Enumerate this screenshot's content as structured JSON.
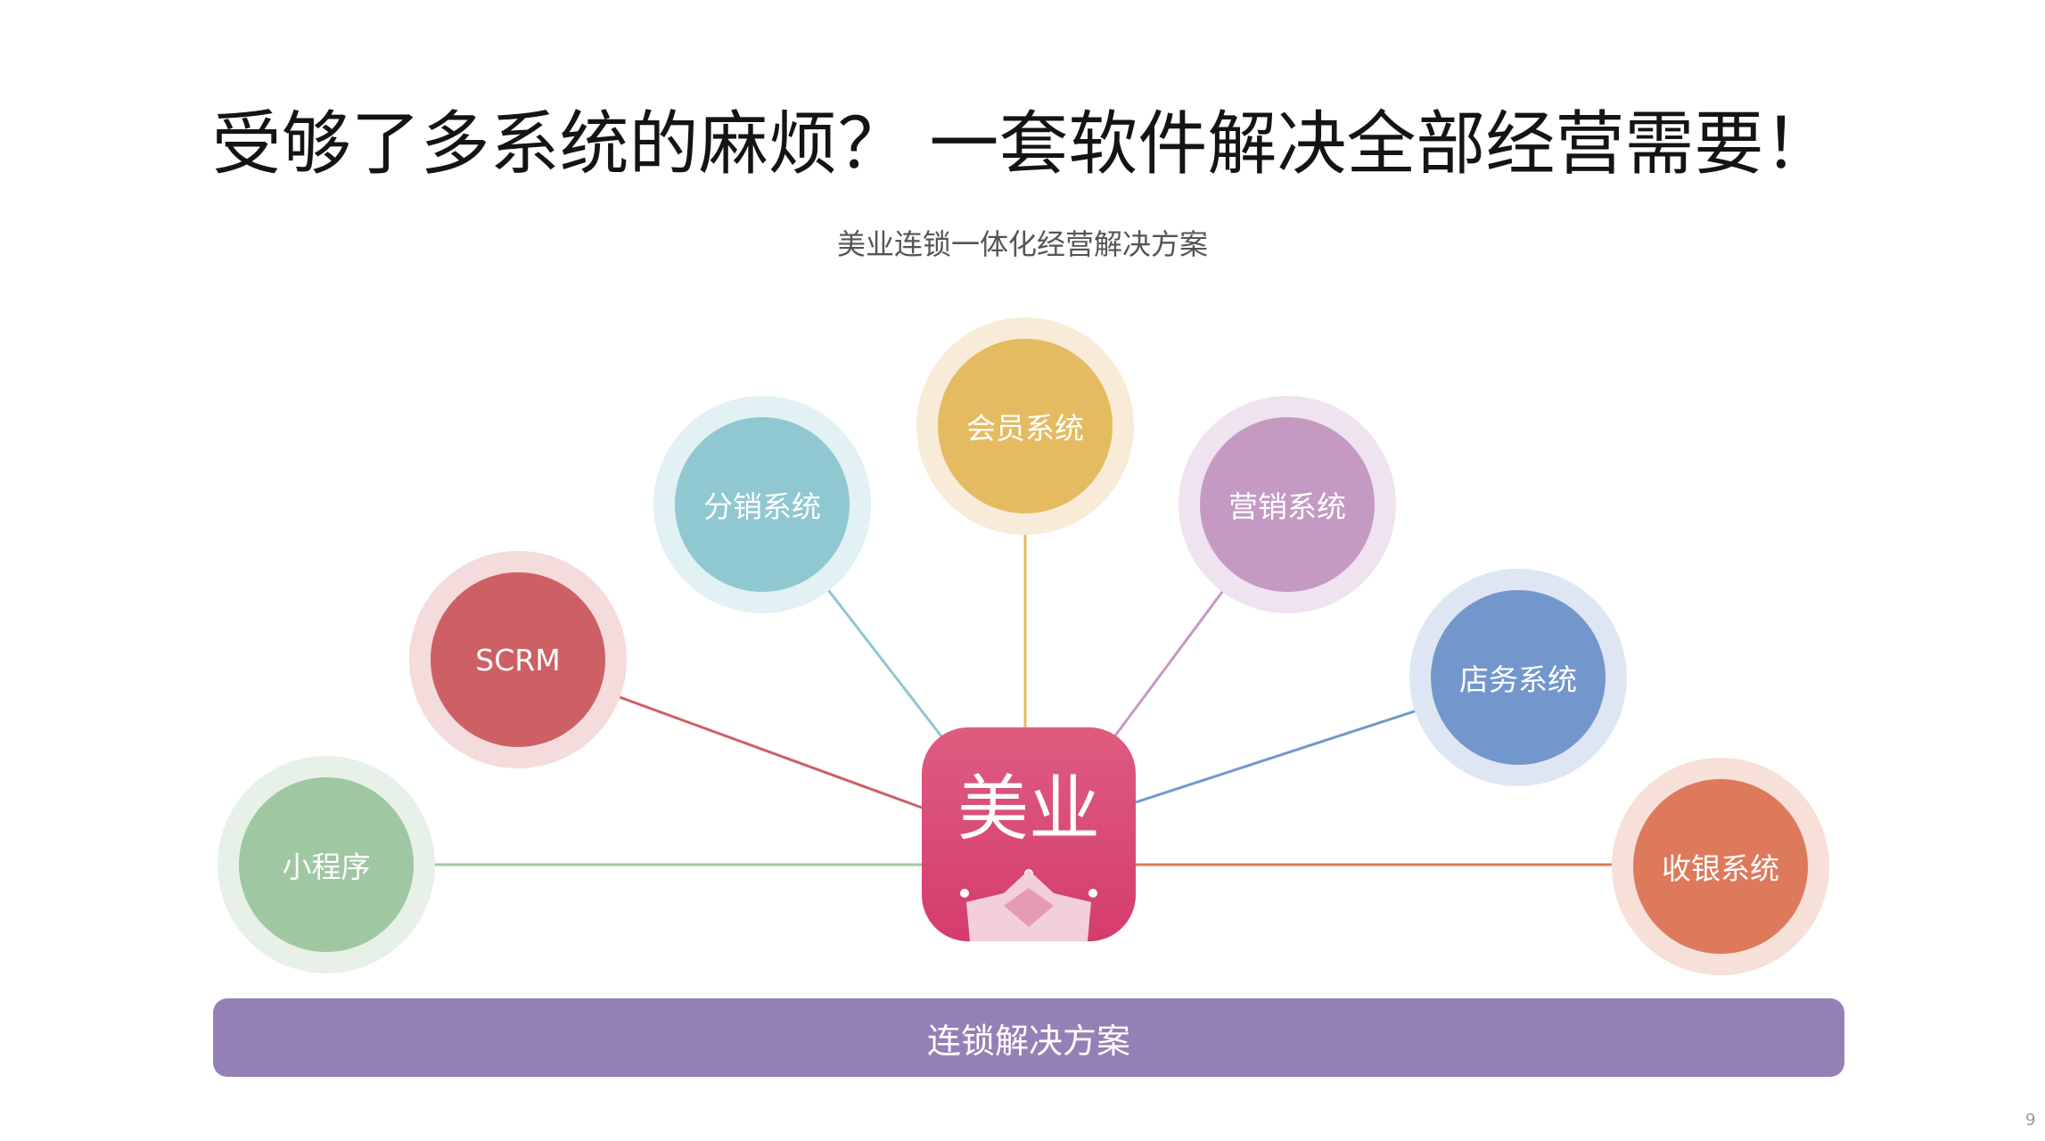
{
  "title": "受够了多系统的麻烦？ 一套软件解决全部经营需要！",
  "subtitle": "美业连锁一体化经营解决方案",
  "center": {
    "label": "美业",
    "color": "#d84a74"
  },
  "nodes": [
    {
      "id": "mini-program",
      "label": "小程序",
      "color": "#9fc7a2",
      "halo": "#e8f1e8"
    },
    {
      "id": "scrm",
      "label": "SCRM",
      "color": "#cd6064",
      "halo": "#f3dcdb"
    },
    {
      "id": "distribution",
      "label": "分销系统",
      "color": "#8fc8d0",
      "halo": "#e2f1f3"
    },
    {
      "id": "member",
      "label": "会员系统",
      "color": "#e5bb62",
      "halo": "#f8ecd8"
    },
    {
      "id": "marketing",
      "label": "营销系统",
      "color": "#c49ac2",
      "halo": "#efe3ef"
    },
    {
      "id": "store",
      "label": "店务系统",
      "color": "#7397cc",
      "halo": "#dfe6f3"
    },
    {
      "id": "cashier",
      "label": "收银系统",
      "color": "#de7a5c",
      "halo": "#f6e0d8"
    }
  ],
  "bottom_bar": {
    "label": "连锁解决方案",
    "color": "#9580b5"
  },
  "page_number": "9"
}
